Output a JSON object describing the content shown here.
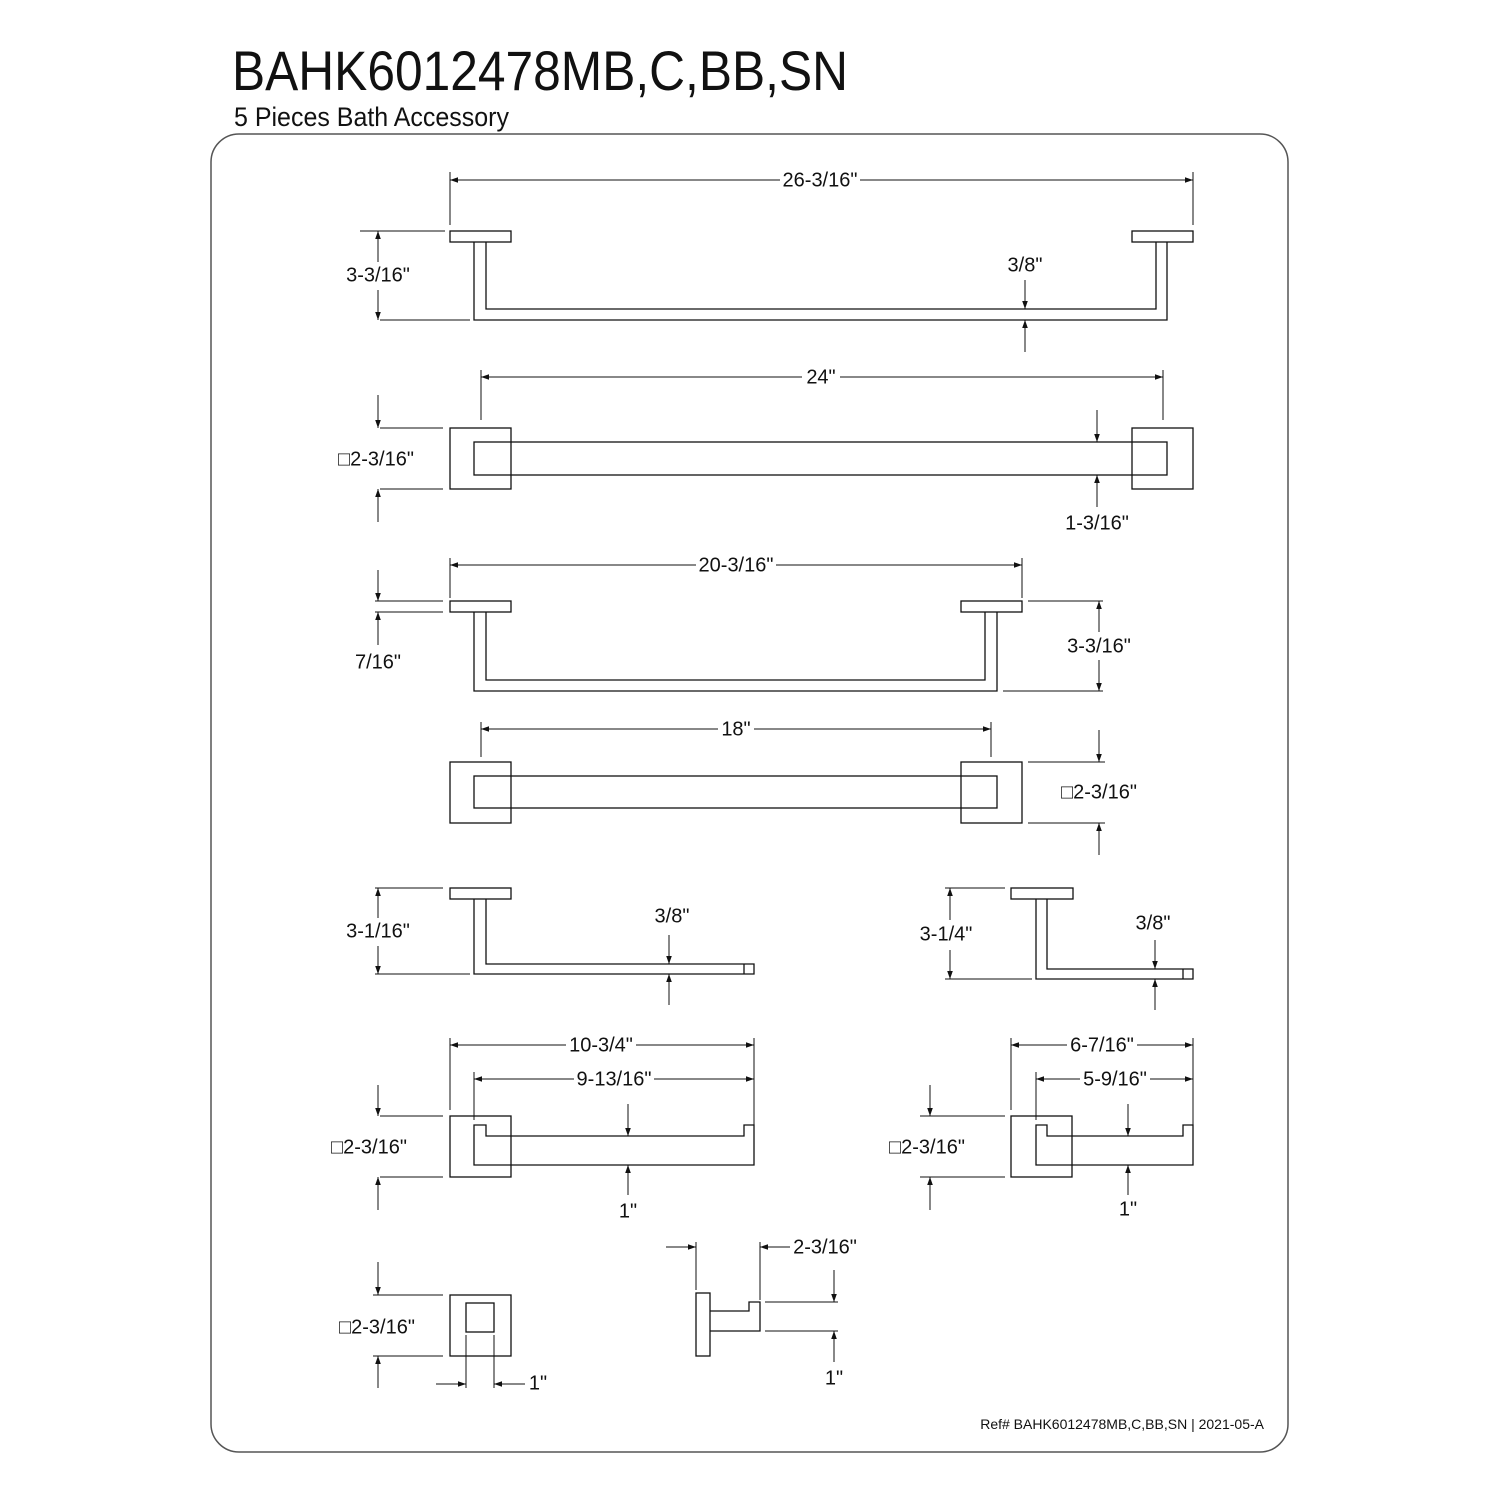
{
  "header": {
    "title": "BAHK6012478MB,C,BB,SN",
    "subtitle": "5 Pieces Bath Accessory"
  },
  "drawing": {
    "towel_bar_24": {
      "overall_width": "26-3/16\"",
      "projection": "3-3/16\"",
      "bar_thickness": "3/8\""
    },
    "towel_bar_24_front": {
      "bar_length": "24\"",
      "flange": "□2-3/16\"",
      "bar_height": "1-3/16\""
    },
    "towel_bar_18": {
      "overall_width": "20-3/16\"",
      "flange_thickness": "7/16\"",
      "projection": "3-3/16\""
    },
    "towel_bar_18_front": {
      "bar_length": "18\"",
      "flange": "□2-3/16\""
    },
    "towel_ring_side": {
      "projection": "3-1/16\"",
      "bar_thickness": "3/8\""
    },
    "paper_holder_side": {
      "projection": "3-1/4\"",
      "bar_thickness": "3/8\""
    },
    "towel_ring_front": {
      "overall_width": "10-3/4\"",
      "bar_length": "9-13/16\"",
      "flange": "□2-3/16\"",
      "bar_height": "1\""
    },
    "paper_holder_front": {
      "overall_width": "6-7/16\"",
      "bar_length": "5-9/16\"",
      "flange": "□2-3/16\"",
      "bar_height": "1\""
    },
    "robe_hook_front": {
      "flange": "□2-3/16\"",
      "hook_width": "1\""
    },
    "robe_hook_side": {
      "projection": "2-3/16\"",
      "hook_height": "1\""
    }
  },
  "footer": {
    "ref": "Ref# BAHK6012478MB,C,BB,SN | 2021-05-A"
  }
}
